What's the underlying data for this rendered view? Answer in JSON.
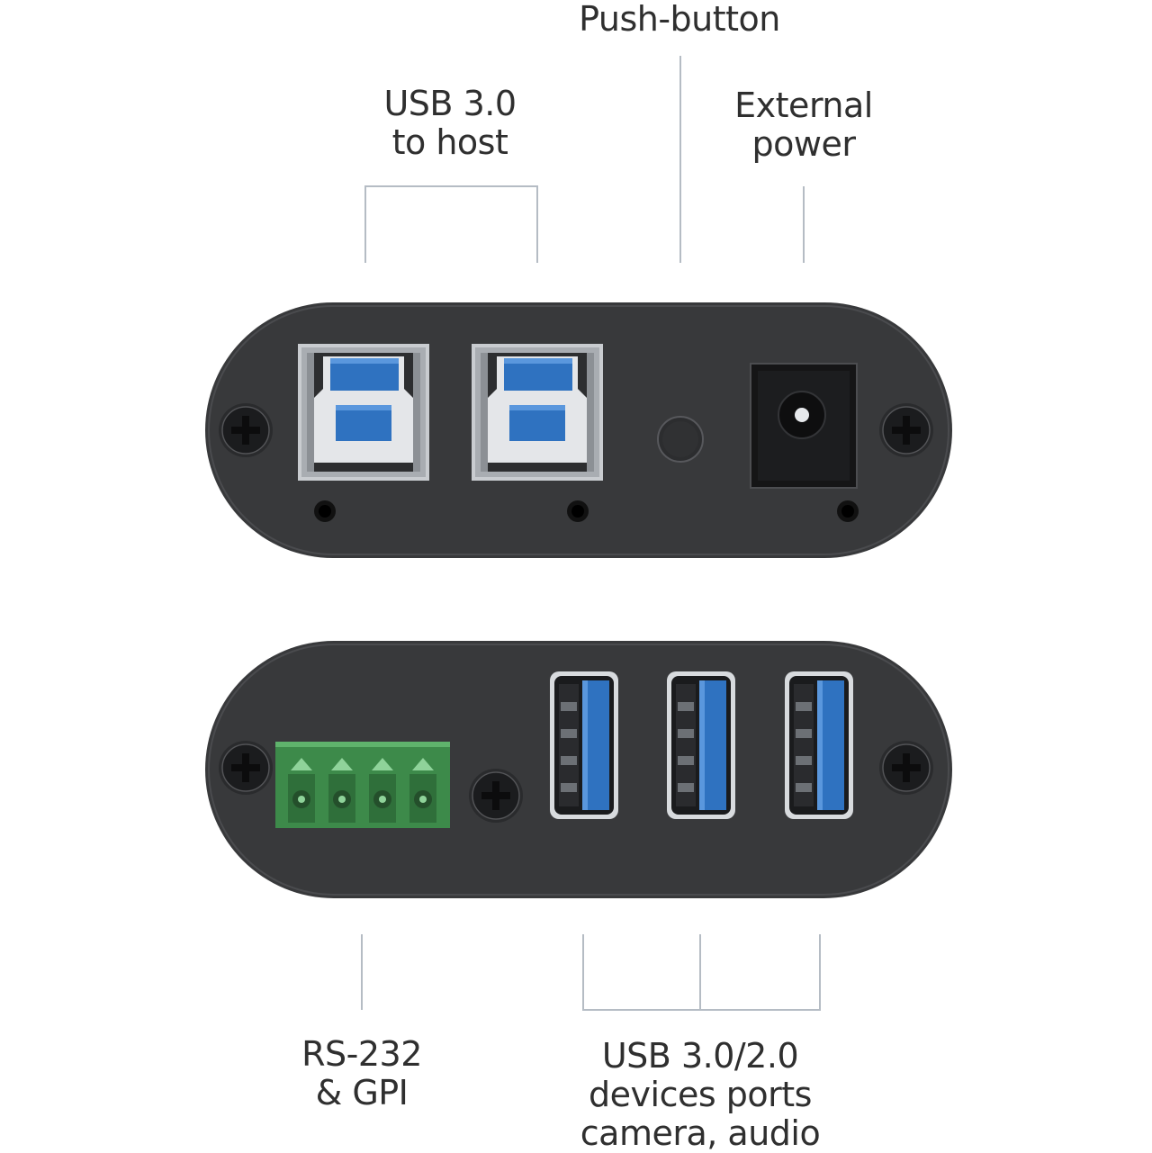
{
  "labels": {
    "push_button": "Push-button",
    "usb_host_line1": "USB 3.0",
    "usb_host_line2": "to host",
    "external_power_line1": "External",
    "external_power_line2": "power",
    "rs232_line1": "RS-232",
    "rs232_line2": "& GPI",
    "usb_devices_line1": "USB 3.0/2.0",
    "usb_devices_line2": "devices ports",
    "usb_devices_line3": "camera, audio"
  },
  "colors": {
    "panel": "#38393b",
    "usb_blue": "#2f72c0",
    "terminal_green": "#3d8a4a",
    "callout_line": "#b5bcc4",
    "text": "#2f2f2f"
  },
  "icons": {
    "top_panel": [
      "screw-icon",
      "usb-b-port-icon",
      "usb-b-port-icon",
      "push-button-icon",
      "dc-power-jack-icon",
      "screw-icon"
    ],
    "bottom_panel": [
      "screw-icon",
      "terminal-block-icon",
      "screw-icon",
      "usb-a-port-icon",
      "usb-a-port-icon",
      "usb-a-port-icon",
      "screw-icon"
    ]
  }
}
